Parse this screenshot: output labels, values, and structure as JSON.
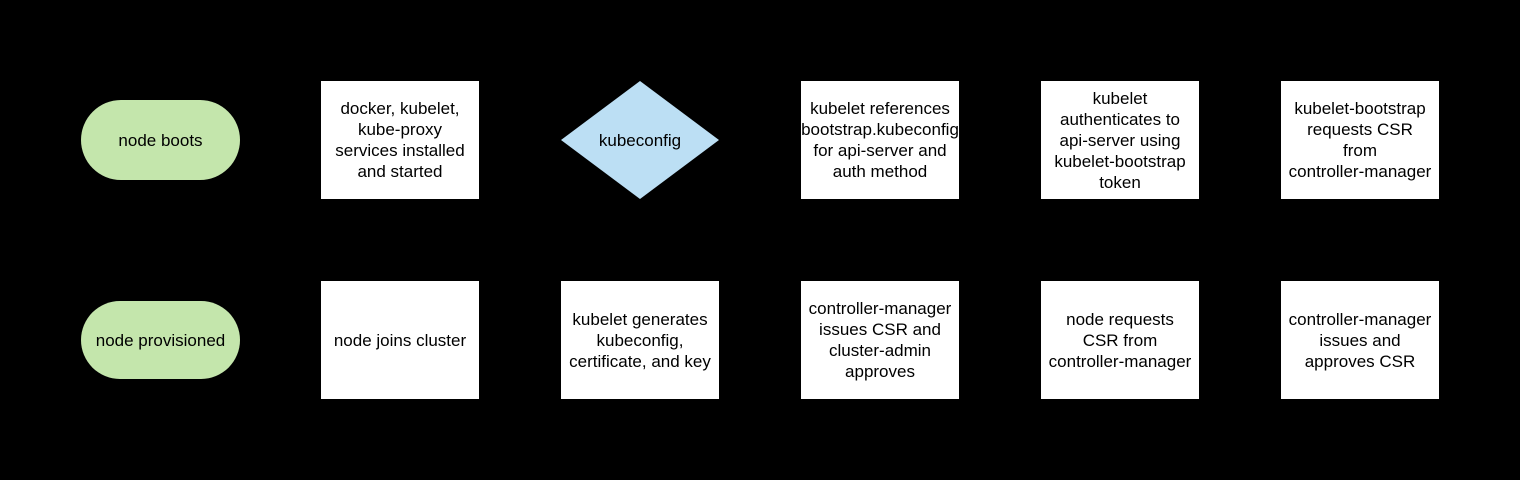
{
  "colors": {
    "background": "#000000",
    "terminator_fill": "#c4e6ac",
    "decision_fill": "#bcdff4",
    "process_fill": "#ffffff",
    "text": "#000000"
  },
  "flow": {
    "row1": {
      "terminator": "node boots",
      "step1": "docker, kubelet,\nkube-proxy\nservices installed\nand started",
      "decision": "kubeconfig",
      "step2": "kubelet references\nbootstrap.kubeconfig\nfor api-server and\nauth method",
      "step3": "kubelet\nauthenticates to\napi-server using\nkubelet-bootstrap\ntoken",
      "step4": "kubelet-bootstrap\nrequests CSR\nfrom\ncontroller-manager"
    },
    "row2": {
      "terminator": "node provisioned",
      "step1": "node joins cluster",
      "step2": "kubelet generates\nkubeconfig,\ncertificate, and key",
      "step3": "controller-manager\nissues CSR and\ncluster-admin\napproves",
      "step4": "node requests\nCSR from\ncontroller-manager",
      "step5": "controller-manager\nissues and\napproves CSR"
    }
  }
}
